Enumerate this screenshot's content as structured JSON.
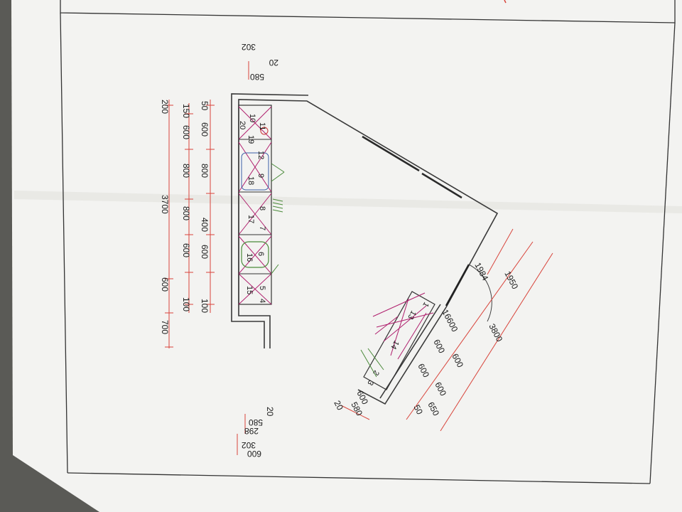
{
  "photo": {
    "subject": "Printed kitchen floor plan on paper",
    "colors": {
      "background": "#5a5a56",
      "paper": "#f3f3f1",
      "paper_shadow": "#dcdcd8",
      "wall": "#3a3a3a",
      "dimension_line": "#d8433a",
      "cabinet_mark": "#b0206e",
      "green_mark": "#4a8a3a",
      "wood_table": "#7a3418"
    }
  },
  "drawing": {
    "top_labels": [
      "20",
      "302",
      "580"
    ],
    "left_dimensions": {
      "row1": [
        "50",
        "600",
        "800",
        "400",
        "600",
        "100"
      ],
      "row2": [
        "150",
        "600",
        "800",
        "800",
        "600",
        "100"
      ],
      "row3": [
        "200",
        "3700",
        "600",
        "700"
      ]
    },
    "cabinet_numbers_run1": [
      "11",
      "10",
      "20",
      "19",
      "12",
      "9",
      "18",
      "8",
      "17",
      "7",
      "6",
      "16",
      "5",
      "15",
      "4"
    ],
    "cabinet_numbers_run2": [
      "13",
      "14",
      "2",
      "3",
      "1"
    ],
    "diagonal_dimensions": {
      "door": "1984",
      "row1": [
        "1950"
      ],
      "row2": [
        "16600",
        "600",
        "600",
        "50"
      ],
      "row3": [
        "3800",
        "600",
        "600",
        "650"
      ],
      "end": [
        "600",
        "580",
        "20"
      ]
    },
    "bottom_labels": [
      "20",
      "298",
      "580",
      "600",
      "302"
    ]
  }
}
